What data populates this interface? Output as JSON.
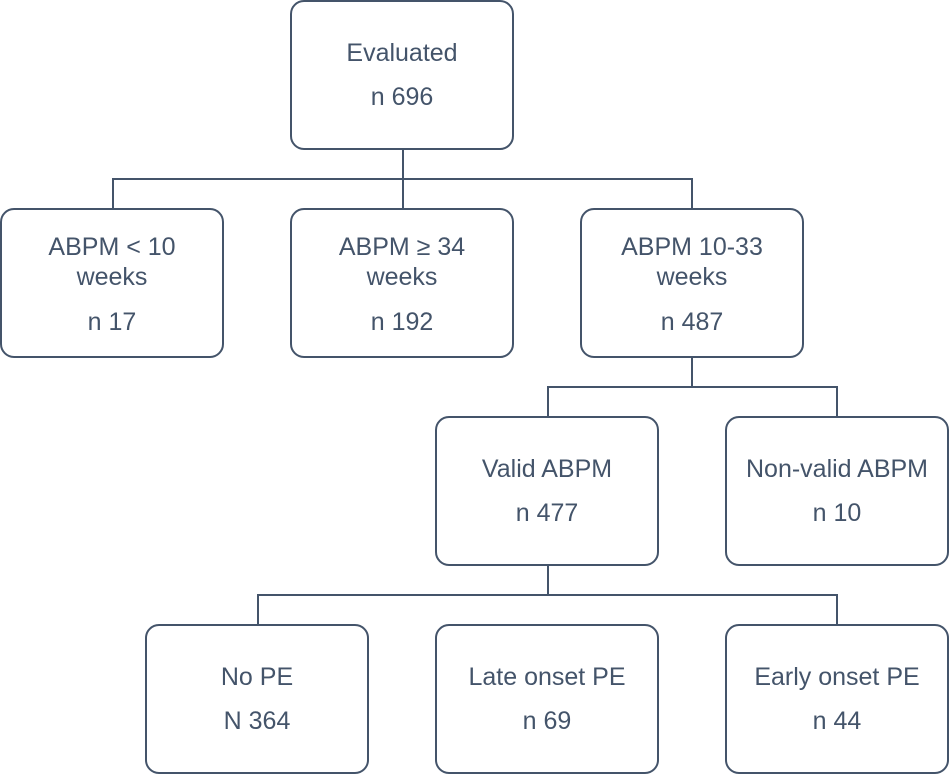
{
  "nodes": {
    "evaluated": {
      "label": "Evaluated",
      "count": "n 696"
    },
    "abpm_lt10": {
      "label_line1": "ABPM < 10",
      "label_line2": "weeks",
      "count": "n 17"
    },
    "abpm_ge34": {
      "label_line1": "ABPM ≥ 34",
      "label_line2": "weeks",
      "count": "n 192"
    },
    "abpm_10_33": {
      "label_line1": "ABPM 10-33",
      "label_line2": "weeks",
      "count": "n 487"
    },
    "valid": {
      "label": "Valid ABPM",
      "count": "n 477"
    },
    "non_valid": {
      "label": "Non-valid ABPM",
      "count": "n 10"
    },
    "no_pe": {
      "label": "No PE",
      "count": "N 364"
    },
    "late_pe": {
      "label": "Late onset PE",
      "count": "n 69"
    },
    "early_pe": {
      "label": "Early onset PE",
      "count": "n 44"
    }
  }
}
